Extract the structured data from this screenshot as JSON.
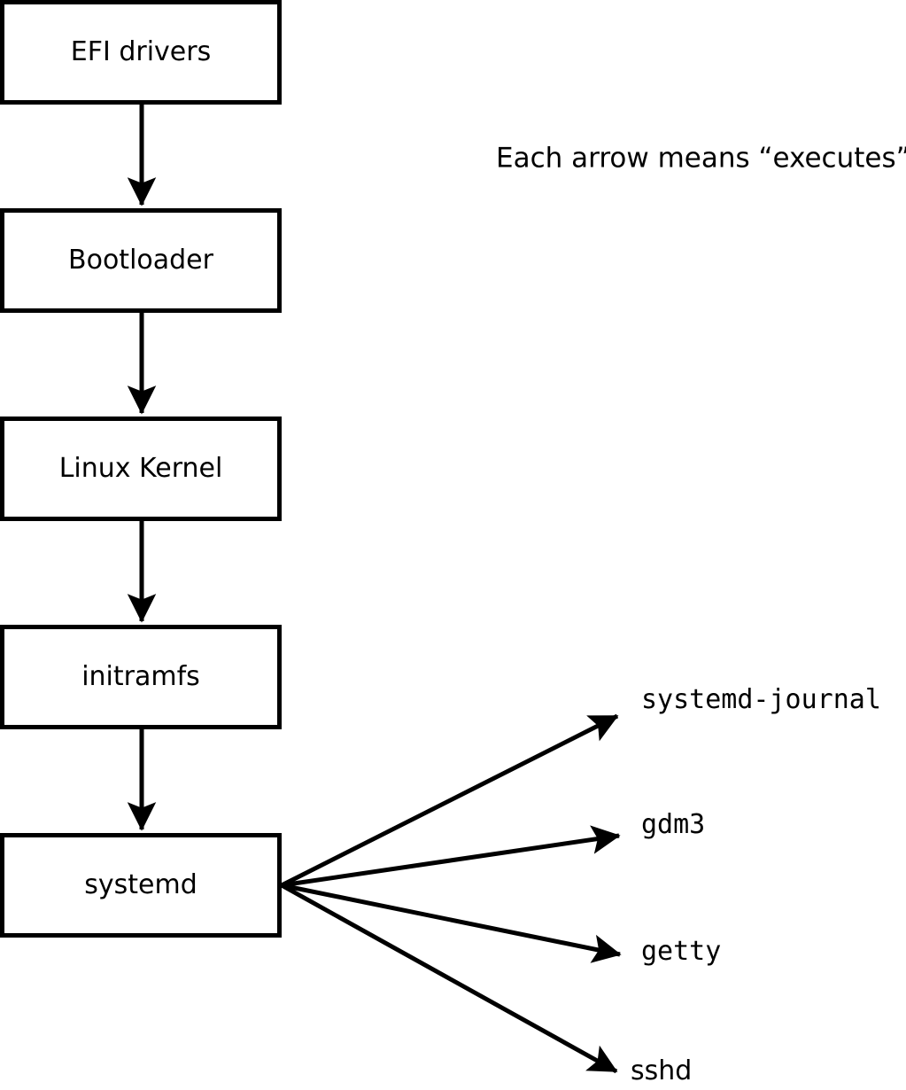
{
  "diagram": {
    "type": "flowchart",
    "note": "Each arrow means “executes”.",
    "chain": [
      {
        "label": "EFI drivers"
      },
      {
        "label": "Bootloader"
      },
      {
        "label": "Linux Kernel"
      },
      {
        "label": "initramfs"
      },
      {
        "label": "systemd"
      }
    ],
    "spawned": [
      {
        "label": "systemd-journal"
      },
      {
        "label": "gdm3"
      },
      {
        "label": "getty"
      },
      {
        "label": "sshd"
      }
    ],
    "edges": [
      {
        "from": "EFI drivers",
        "to": "Bootloader"
      },
      {
        "from": "Bootloader",
        "to": "Linux Kernel"
      },
      {
        "from": "Linux Kernel",
        "to": "initramfs"
      },
      {
        "from": "initramfs",
        "to": "systemd"
      },
      {
        "from": "systemd",
        "to": "systemd-journal"
      },
      {
        "from": "systemd",
        "to": "gdm3"
      },
      {
        "from": "systemd",
        "to": "getty"
      },
      {
        "from": "systemd",
        "to": "sshd"
      }
    ],
    "colors": {
      "ink": "#000000",
      "background": "#ffffff"
    }
  }
}
